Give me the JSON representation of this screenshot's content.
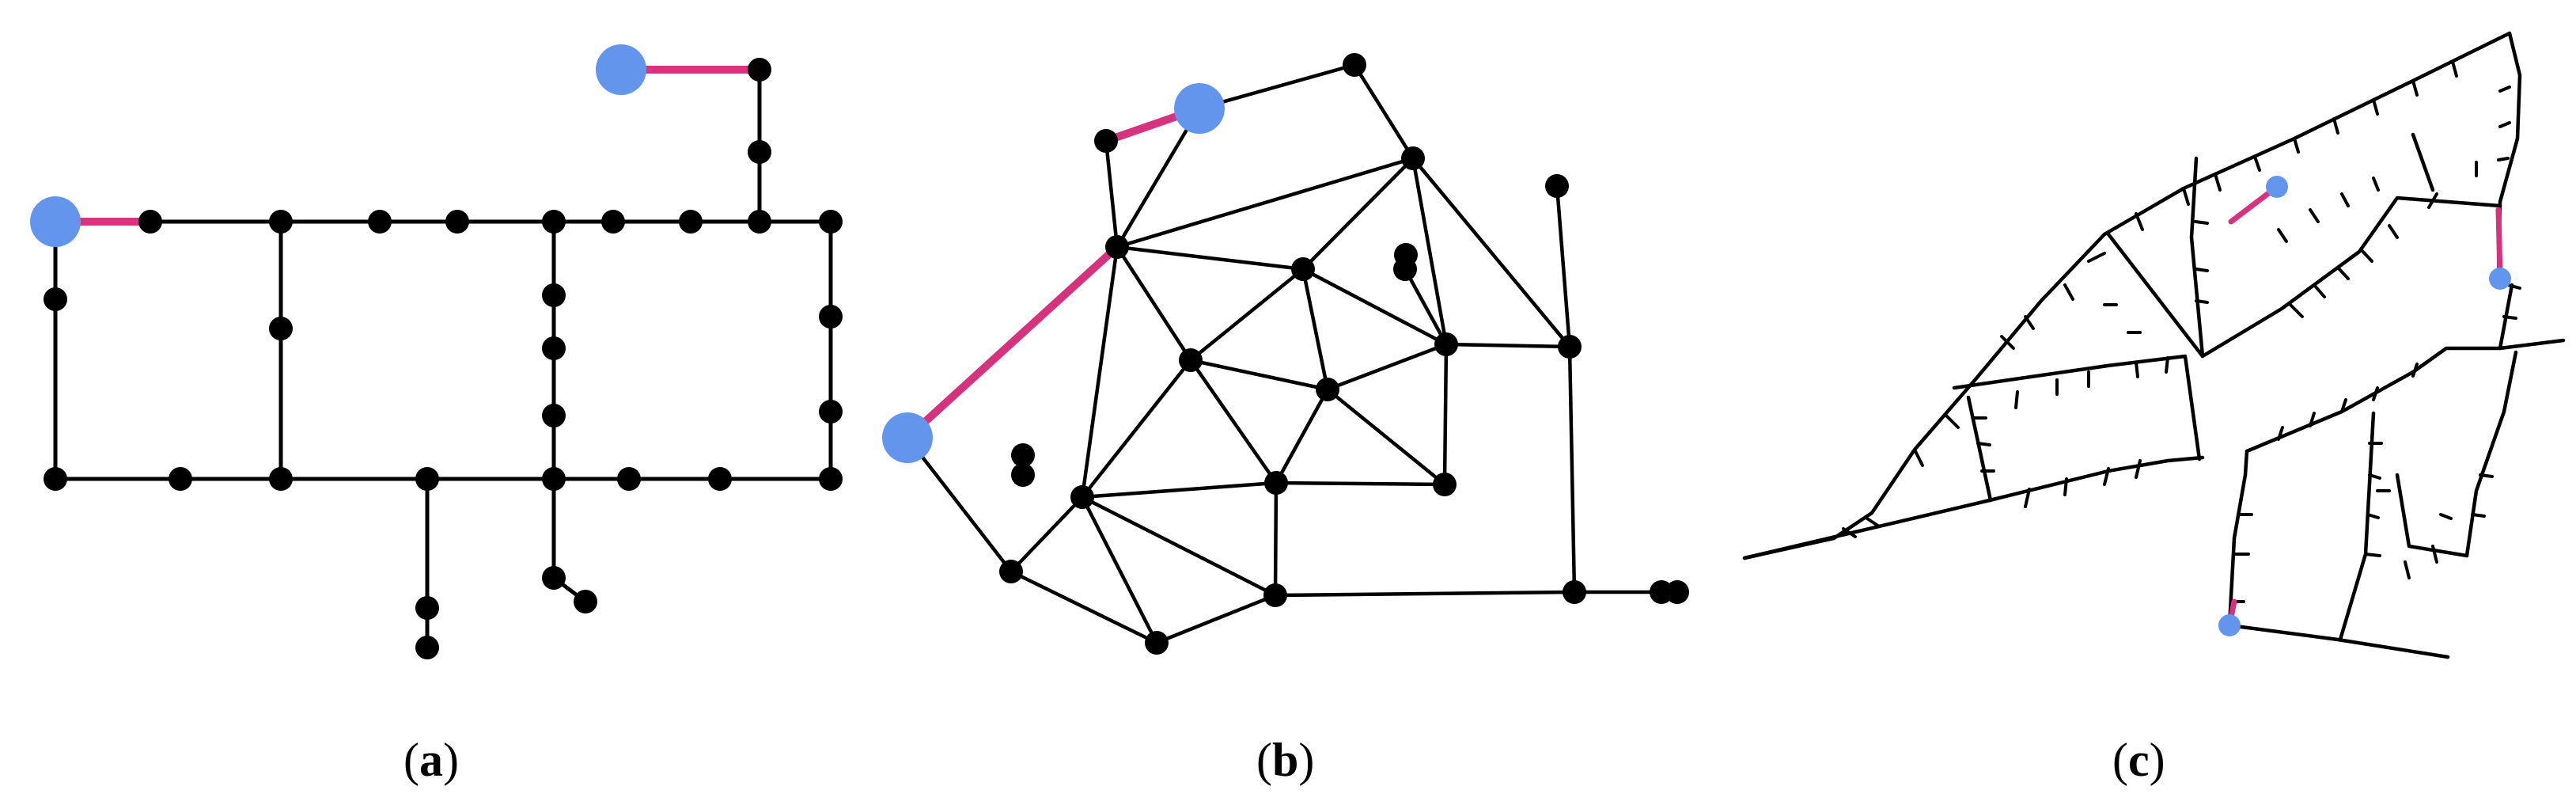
{
  "colors": {
    "node": "#000000",
    "edge": "#000000",
    "source_node": "#6495ED",
    "highlight_edge": "#D6337E",
    "background": "#FFFFFF"
  },
  "panels": [
    {
      "id": "a",
      "caption_open": "(",
      "caption_letter": "a",
      "caption_close": ")"
    },
    {
      "id": "b",
      "caption_open": "(",
      "caption_letter": "b",
      "caption_close": ")"
    },
    {
      "id": "c",
      "caption_open": "(",
      "caption_letter": "c",
      "caption_close": ")"
    }
  ]
}
